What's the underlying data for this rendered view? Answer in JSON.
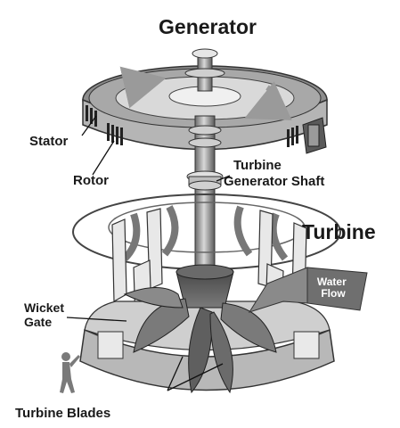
{
  "labels": {
    "generator": "Generator",
    "stator": "Stator",
    "rotor": "Rotor",
    "shaft_line1": "Turbine",
    "shaft_line2": "Generator Shaft",
    "turbine": "Turbine",
    "water_line1": "Water",
    "water_line2": "Flow",
    "wicket_line1": "Wicket",
    "wicket_line2": "Gate",
    "blades": "Turbine Blades"
  }
}
